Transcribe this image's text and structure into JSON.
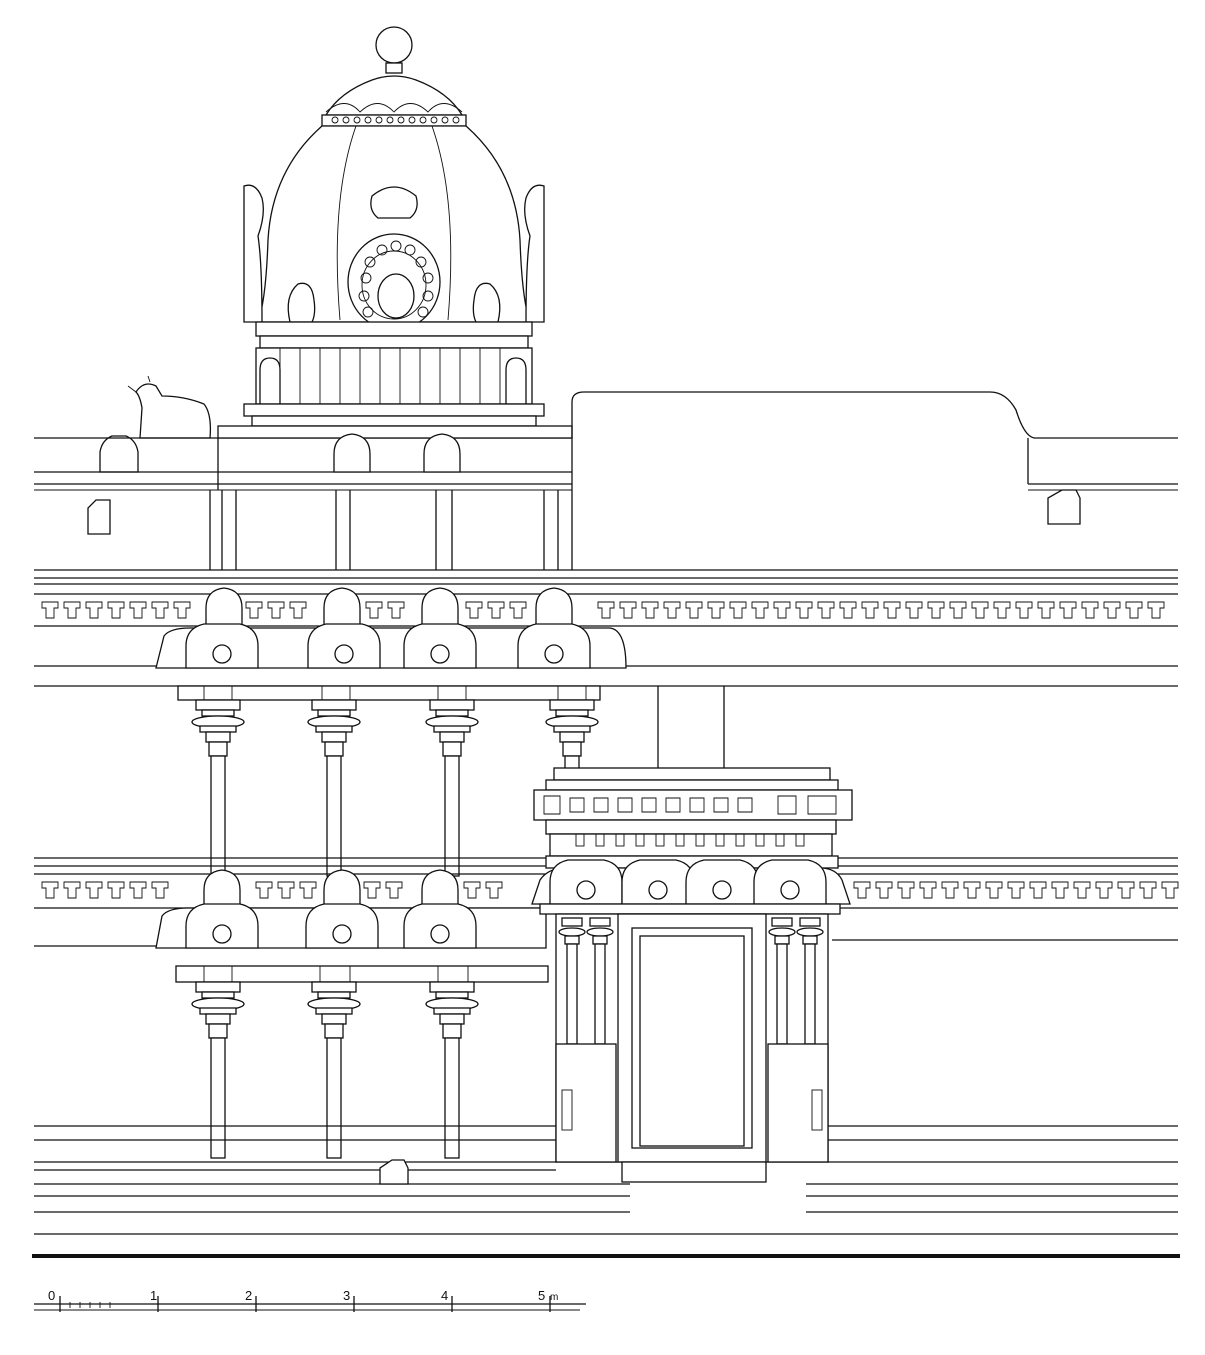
{
  "drawing": {
    "colors": {
      "ink": "#111111",
      "paper": "#ffffff"
    }
  },
  "scale_bar": {
    "ticks": [
      "0",
      "1",
      "2",
      "3",
      "4",
      "5"
    ],
    "unit": "m"
  }
}
